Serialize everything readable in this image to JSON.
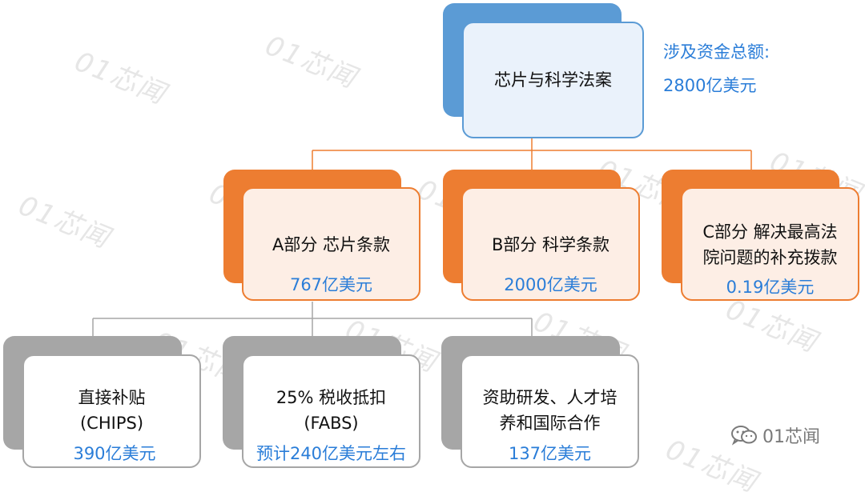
{
  "watermark": "01芯闻",
  "colors": {
    "top_back": "#5b9bd5",
    "top_border": "#5b9bd5",
    "top_fill": "#eaf2fb",
    "mid_back": "#ed7d31",
    "mid_border": "#ed7d31",
    "mid_fill": "#fdeee5",
    "bottom_back": "#a6a6a6",
    "bottom_border": "#a6a6a6",
    "amount_text": "#2a7dd8",
    "connector": "#ed7d31",
    "connector_grey": "#a6a6a6"
  },
  "root": {
    "title": "芯片与科学法案",
    "total_label": "涉及资金总额:",
    "total_value": "2800亿美元"
  },
  "parts": [
    {
      "lines": [
        "A部分  芯片条款"
      ],
      "amount": "767亿美元"
    },
    {
      "lines": [
        "B部分  科学条款"
      ],
      "amount": "2000亿美元"
    },
    {
      "lines": [
        "C部分  解决最高法",
        "院问题的补充拨款"
      ],
      "amount": "0.19亿美元"
    }
  ],
  "subparts": [
    {
      "lines": [
        "直接补贴",
        "(CHIPS)"
      ],
      "amount": "390亿美元"
    },
    {
      "lines": [
        "25% 税收抵扣",
        "(FABS)"
      ],
      "amount": "预计240亿美元左右"
    },
    {
      "lines": [
        "资助研发、人才培",
        "养和国际合作"
      ],
      "amount": "137亿美元"
    }
  ],
  "brand": {
    "icon": "wechat-icon",
    "name": "01芯闻"
  }
}
